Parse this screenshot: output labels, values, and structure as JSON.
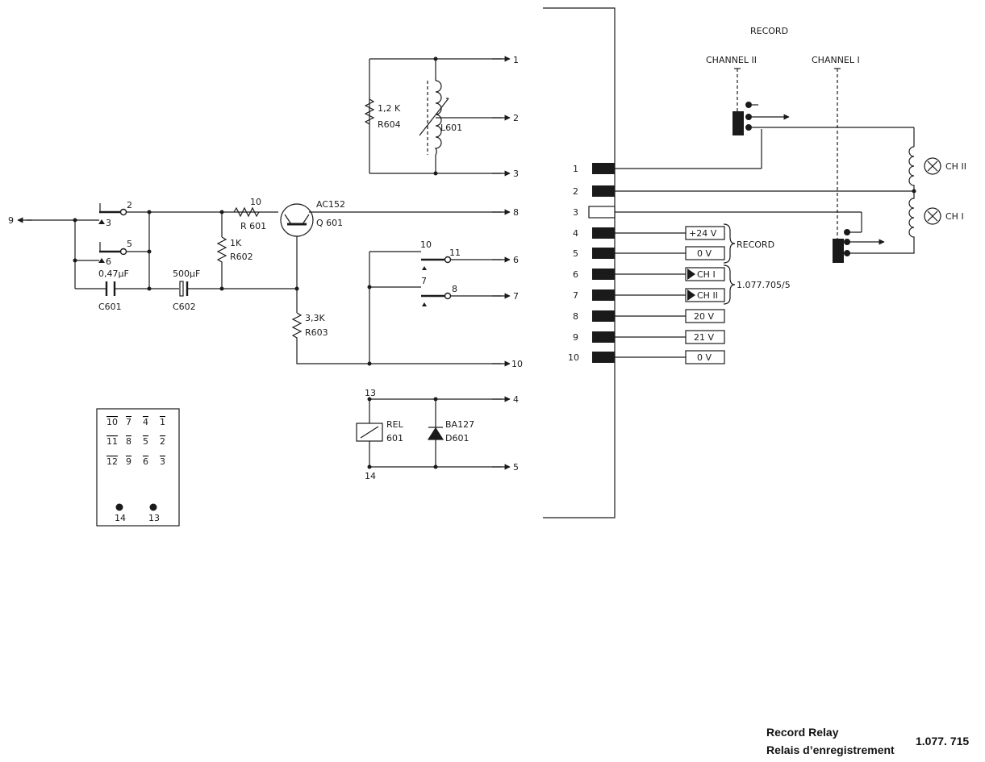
{
  "header": {
    "record": "RECORD",
    "channel_2": "CHANNEL II",
    "channel_1": "CHANNEL I"
  },
  "components": {
    "r604": {
      "value": "1,2 K",
      "ref": "R604"
    },
    "l601": {
      "ref": "L601"
    },
    "r601": {
      "value": "10",
      "ref": "R 601"
    },
    "q601": {
      "type": "AC152",
      "ref": "Q 601"
    },
    "r602": {
      "value": "1K",
      "ref": "R602"
    },
    "r603": {
      "value": "3,3K",
      "ref": "R603"
    },
    "c601": {
      "value": "0,47µF",
      "ref": "C601"
    },
    "c602": {
      "value": "500µF",
      "ref": "C602"
    },
    "rel601": {
      "type": "REL",
      "ref": "601"
    },
    "d601": {
      "type": "BA127",
      "ref": "D601"
    }
  },
  "outputs": {
    "o1": "1",
    "o2": "2",
    "o3": "3",
    "o8": "8",
    "o6": "6",
    "o7": "7",
    "o10": "10",
    "o4": "4",
    "o5": "5",
    "in9": "9"
  },
  "contacts": {
    "s2": "2",
    "s3": "3",
    "s5": "5",
    "s6": "6",
    "s10": "10",
    "s11": "11",
    "s7": "7",
    "s8": "8",
    "r13": "13",
    "r14": "14"
  },
  "connector": {
    "pins": [
      "1",
      "2",
      "3",
      "4",
      "5",
      "6",
      "7",
      "8",
      "9",
      "10"
    ],
    "labels": {
      "p4": "+24 V",
      "p5": "0 V",
      "p6": "CH I",
      "p7": "CH II",
      "p8": "20 V",
      "p9": "21 V",
      "p10": "0 V"
    },
    "brace_record": "RECORD",
    "brace_ref": "1.077.705/5"
  },
  "heads": {
    "ch2": "CH II",
    "ch1": "CH I"
  },
  "relay_pinout": {
    "rows": [
      [
        "10",
        "7",
        "4",
        "1"
      ],
      [
        "11",
        "8",
        "5",
        "2"
      ],
      [
        "12",
        "9",
        "6",
        "3"
      ]
    ],
    "coil": [
      "14",
      "13"
    ]
  },
  "title": {
    "line1": "Record Relay",
    "line2": "Relais d’enregistrement",
    "number": "1.077. 715"
  }
}
